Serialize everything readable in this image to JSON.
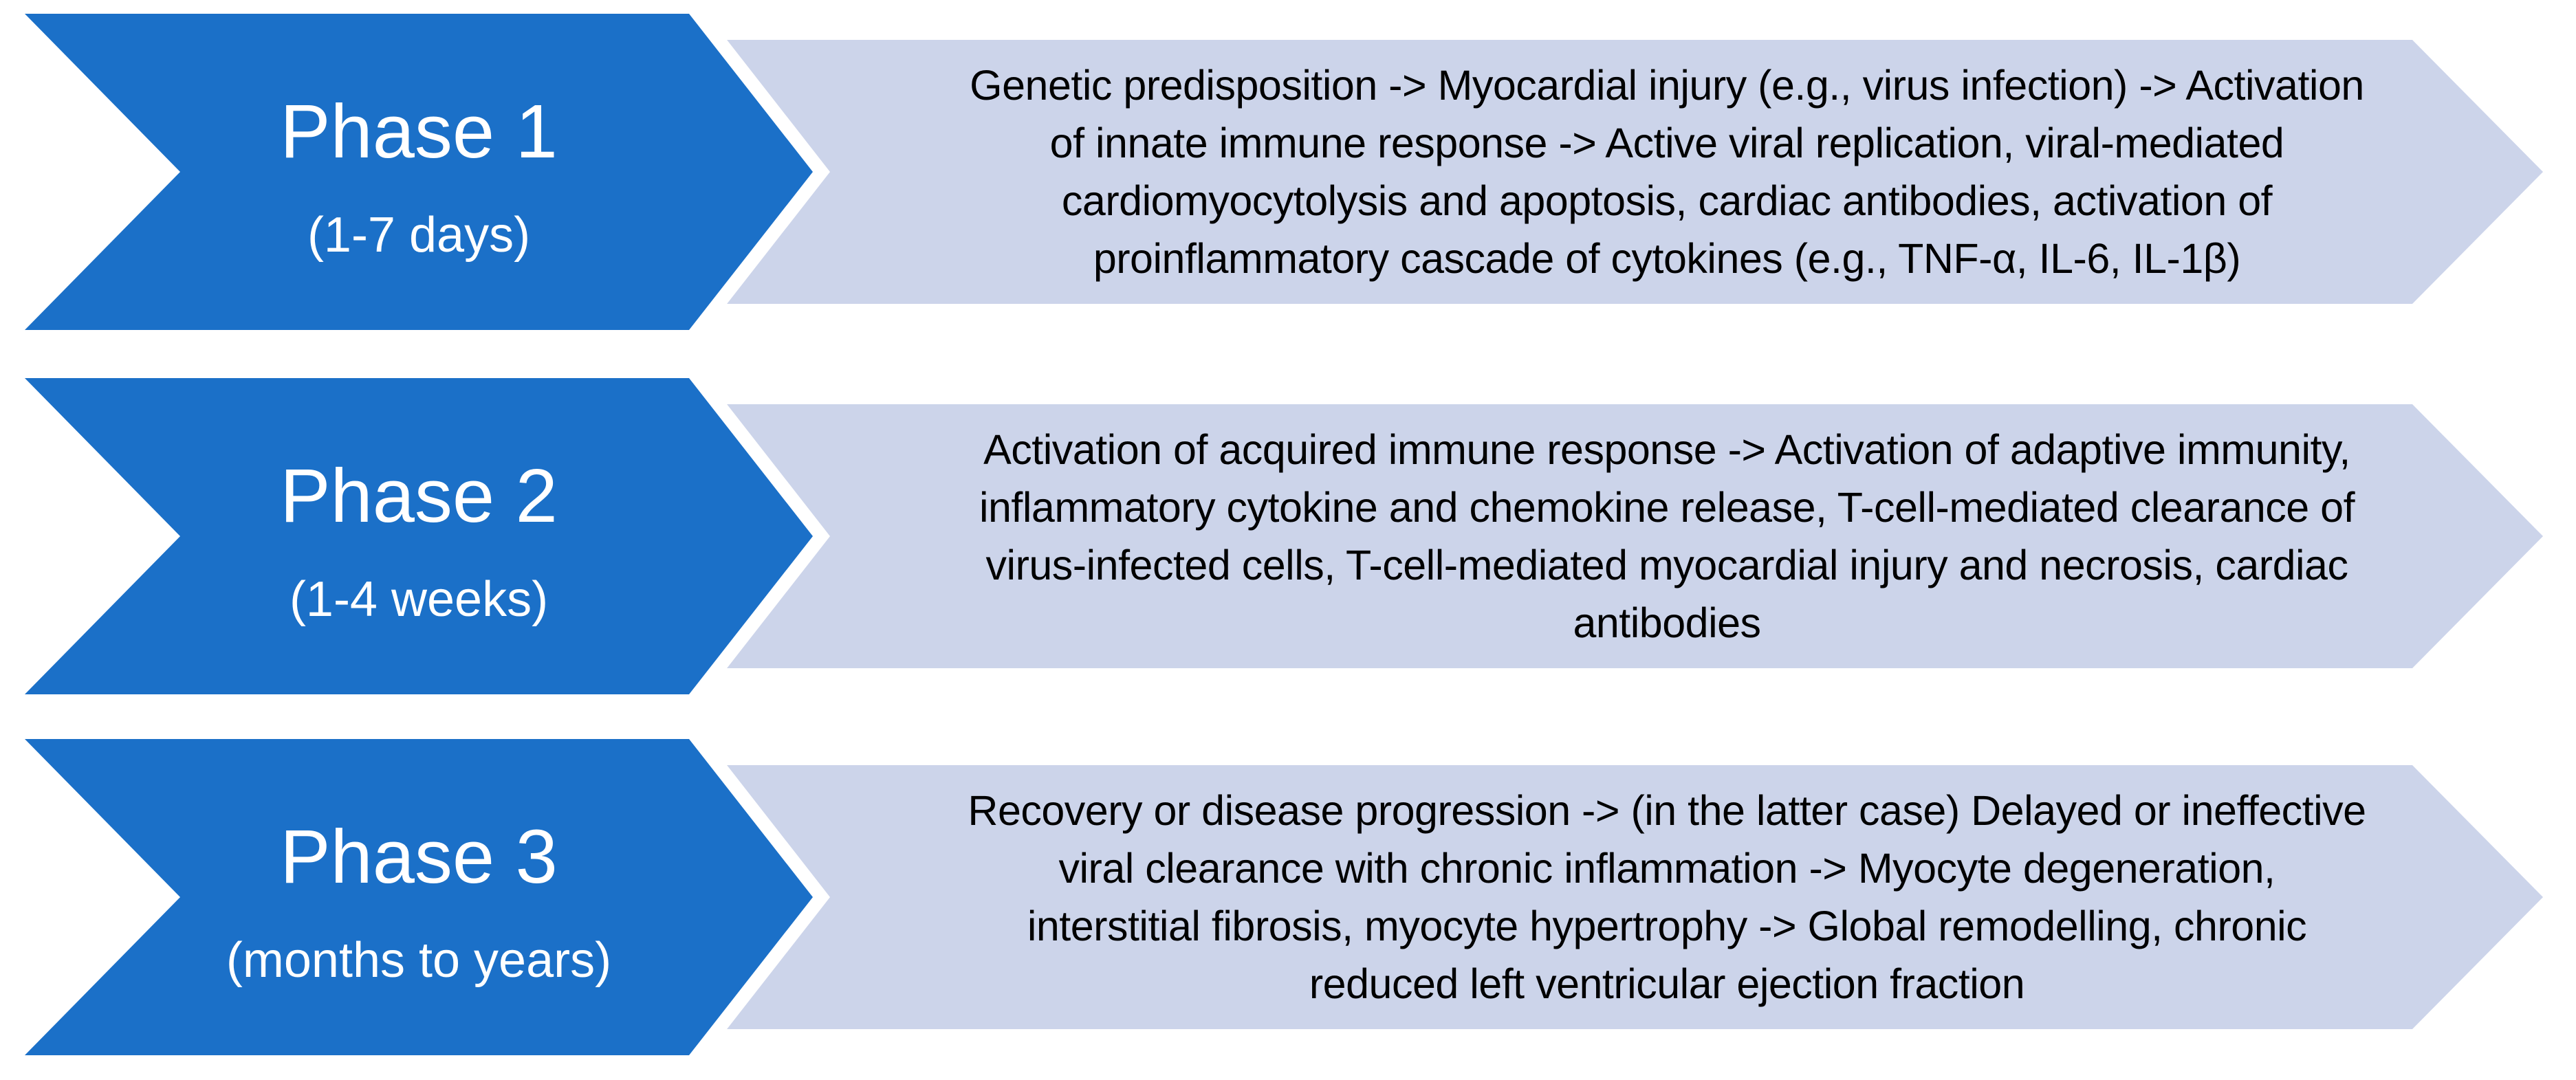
{
  "diagram": {
    "type": "process-chevron-timeline",
    "background_color": "#ffffff",
    "colors": {
      "phase_chevron_fill": "#1b70c8",
      "phase_chevron_text": "#ffffff",
      "body_arrow_fill": "#ccd4ea",
      "body_arrow_text": "#000000",
      "separator_outline": "#ffffff"
    },
    "phases": [
      {
        "title": "Phase 1",
        "duration": "(1-7 days)",
        "description": "Genetic predisposition -> Myocardial injury (e.g., virus infection) -> Activation\nof innate immune response -> Active viral replication, viral-mediated\ncardiomyocytolysis and apoptosis, cardiac antibodies, activation of\nproinflammatory cascade of cytokines (e.g., TNF-α, IL-6, IL-1β)"
      },
      {
        "title": "Phase 2",
        "duration": "(1-4 weeks)",
        "description": "Activation of acquired immune response -> Activation of adaptive immunity,\ninflammatory cytokine and chemokine release, T-cell-mediated clearance of\nvirus-infected cells, T-cell-mediated myocardial injury and necrosis, cardiac\nantibodies"
      },
      {
        "title": "Phase 3",
        "duration": "(months to years)",
        "description": "Recovery or disease progression -> (in the latter case) Delayed or ineffective\nviral clearance with chronic inflammation -> Myocyte degeneration,\ninterstitial fibrosis, myocyte hypertrophy -> Global remodelling, chronic\nreduced left ventricular ejection fraction"
      }
    ]
  }
}
